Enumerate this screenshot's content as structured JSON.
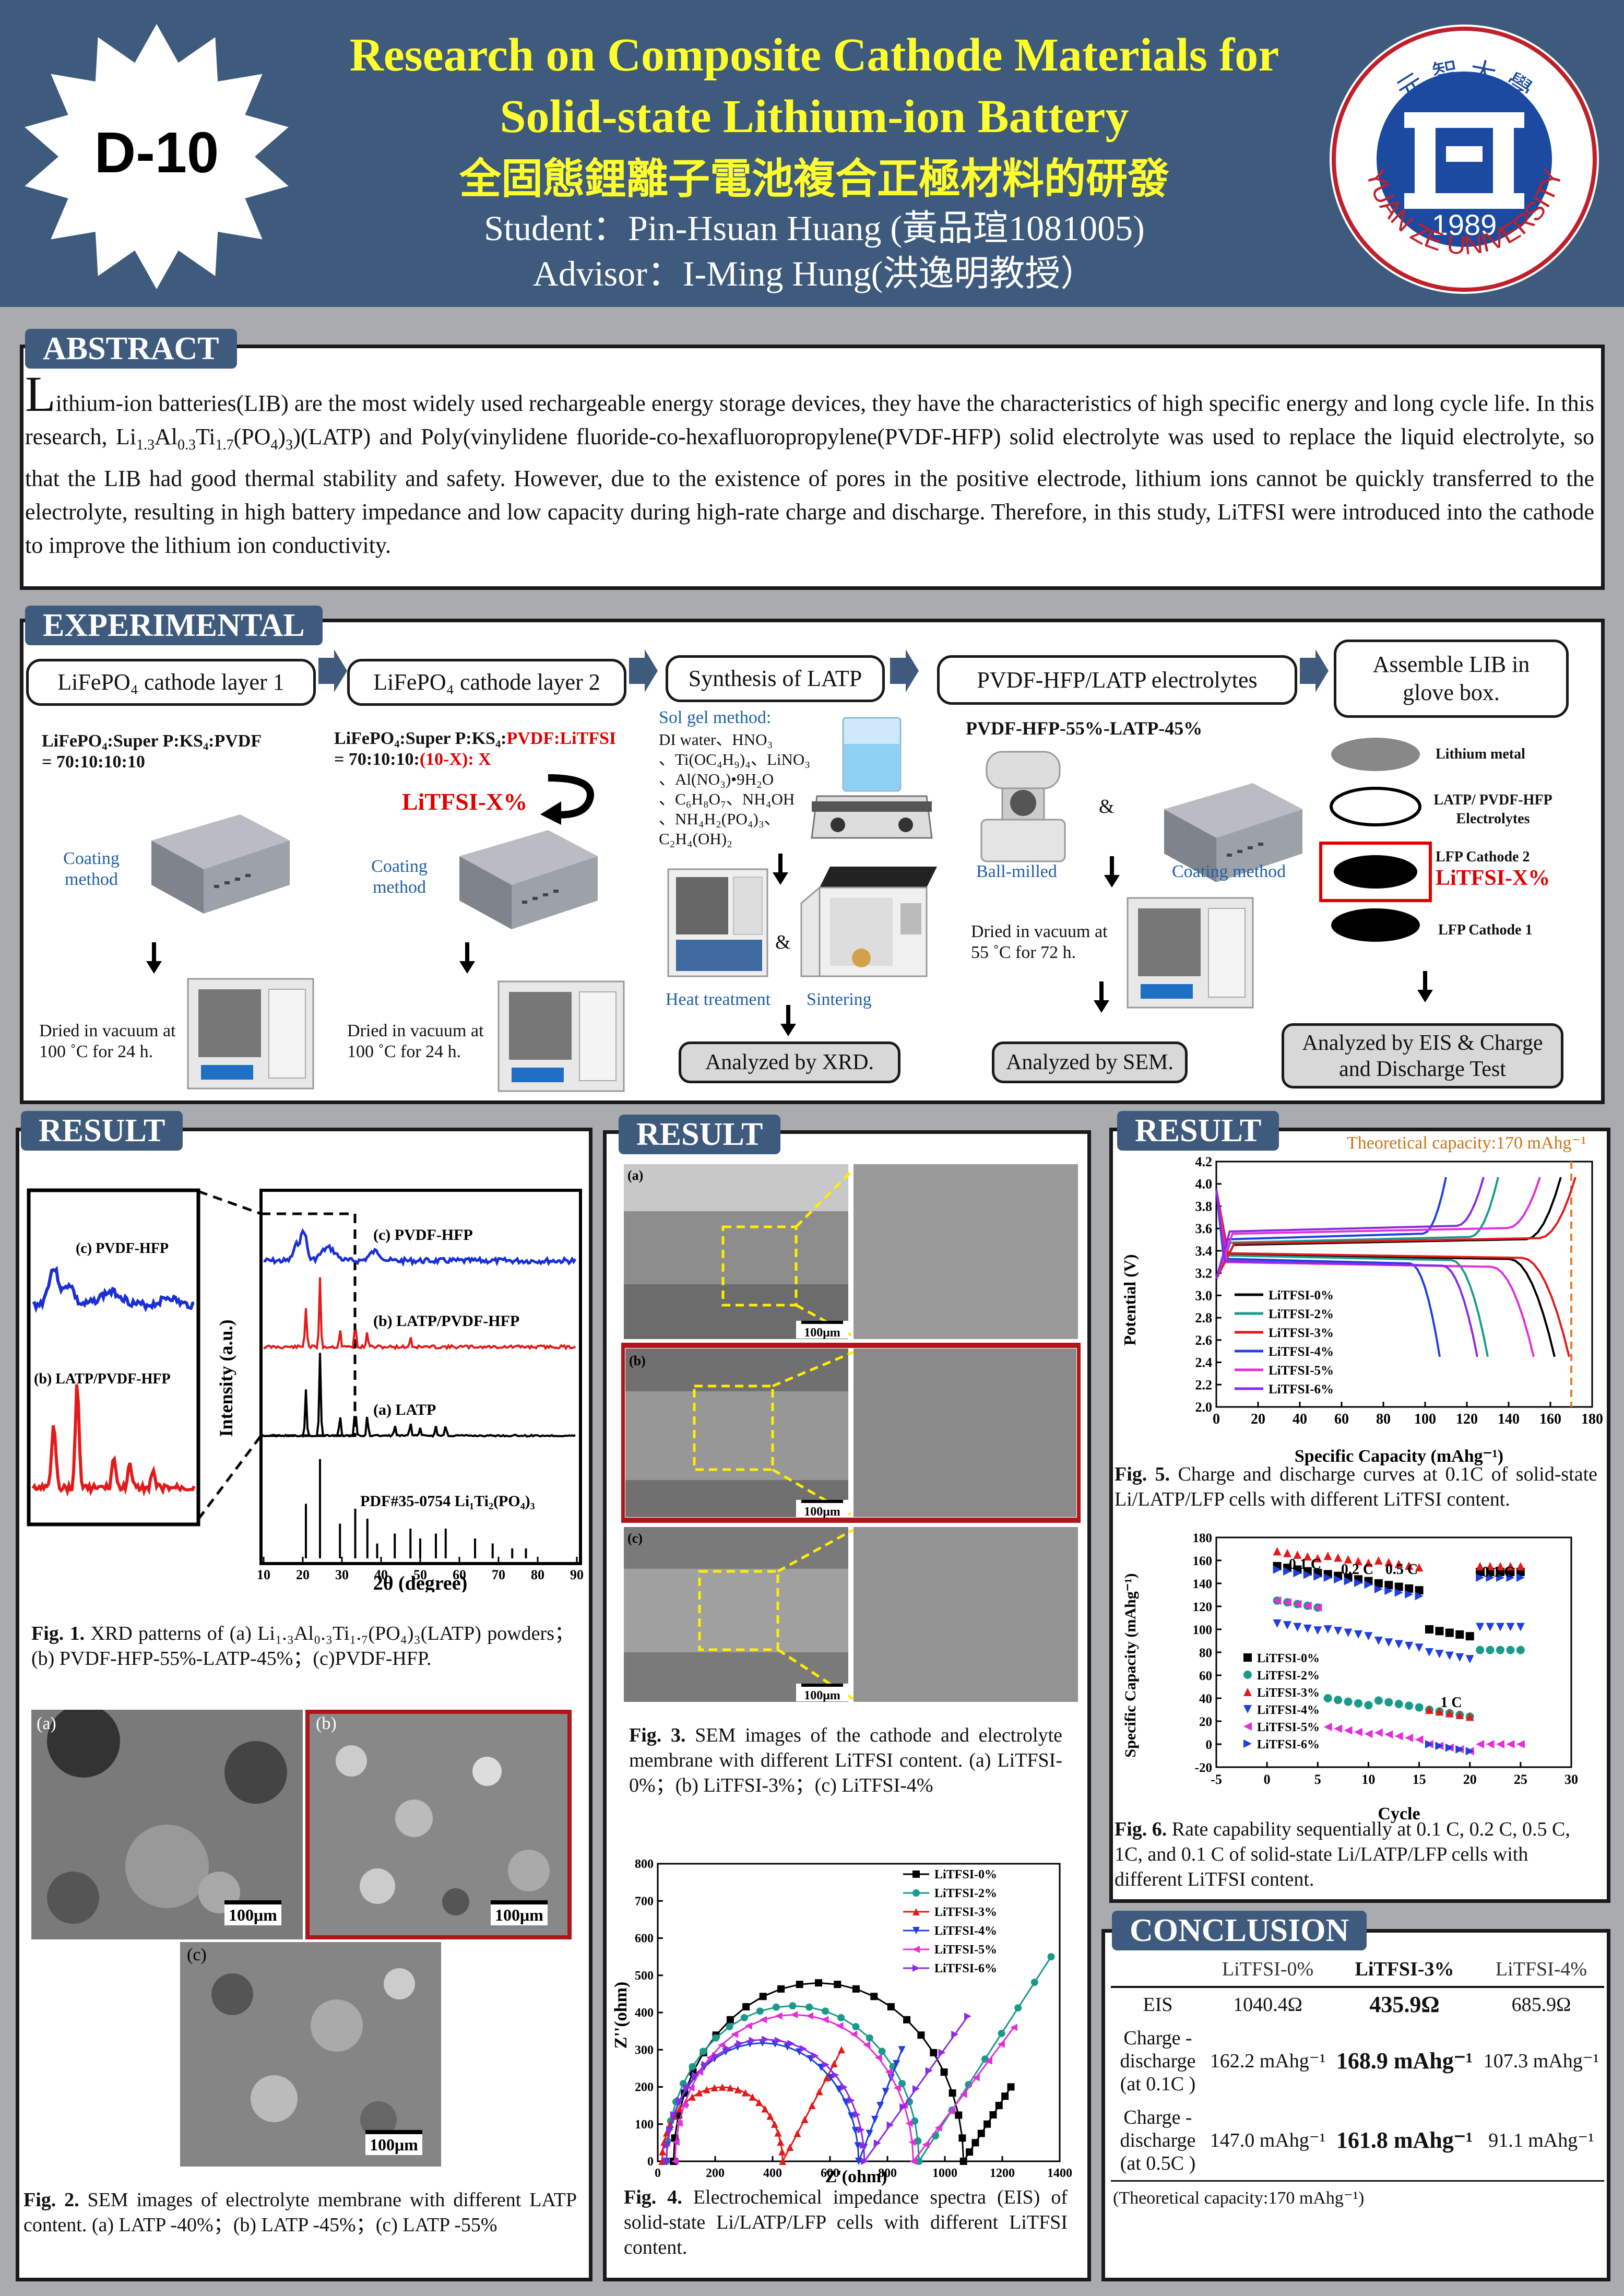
{
  "header": {
    "badge": "D-10",
    "title_line1": "Research on Composite Cathode Materials for",
    "title_line2": "Solid-state Lithium-ion Battery",
    "title_zh": "全固態鋰離子電池複合正極材料的研發",
    "student": "Student：Pin-Hsuan Huang (黃品瑄1081005)",
    "advisor": "Advisor：I-Ming Hung(洪逸明教授）",
    "logo_year": "1989",
    "logo_text": "YUAN ZE UNIVERSITY",
    "logo_zh": "元 智 大 學"
  },
  "abstract": {
    "heading": "ABSTRACT",
    "initial": "L",
    "text_a": "ithium-ion batteries(LIB) are the most widely used rechargeable energy storage devices, they have the characteristics of  high specific energy and long cycle life. In this research, Li",
    "s1": "1.3",
    "t1": "Al",
    "s2": "0.3",
    "t2": "Ti",
    "s3": "1.7",
    "t3": "(PO",
    "s4": "4",
    "t4": ")",
    "s5": "3",
    "text_b": ")(LATP) and Poly(vinylidene fluoride-co-hexafluoropropylene(PVDF-HFP) solid electrolyte was used to replace the liquid electrolyte, so that the LIB had good thermal stability and safety. However, due to the existence of pores in the positive electrode, lithium ions cannot be quickly transferred to the electrolyte, resulting in high battery impedance and low capacity during high-rate charge and discharge. Therefore, in this study, LiTFSI were introduced into the cathode to improve the lithium ion conductivity."
  },
  "experimental": {
    "heading": "EXPERIMENTAL",
    "step1": "LiFePO₄ cathode layer 1",
    "step2": "LiFePO₄ cathode layer 2",
    "step3": "Synthesis of LATP",
    "step4": "PVDF-HFP/LATP electrolytes",
    "step5": "Assemble LIB in glove box.",
    "ratio1_a": "LiFePO₄:Super P:KS₄:PVDF",
    "ratio1_b": "= 70:10:10:10",
    "ratio2_a": "LiFePO₄:Super P:KS₄:",
    "ratio2_red": "PVDF:LiTFSI",
    "ratio2_b": "= 70:10:10:",
    "ratio2_red2": "(10-X): X",
    "litfsi_x": "LiTFSI-X%",
    "coating": "Coating method",
    "dried1": "Dried in vacuum at 100 ˚C for 24 h.",
    "dried2": "Dried in vacuum at 100 ˚C for 24 h.",
    "solgel": "Sol gel method:",
    "reagents": [
      "DI water、HNO₃",
      "、Ti(OC₄H₉)₄、LiNO₃",
      "、Al(NO₃)•9H₂O",
      "、C₆H₈O₇、NH₄OH",
      "、NH₄H₂(PO₄)₃、",
      "C₂H₄(OH)₂"
    ],
    "heat": "Heat treatment",
    "sinter": "Sintering",
    "amp": "&",
    "xrd": "Analyzed by XRD.",
    "pvdf_ratio": "PVDF-HFP-55%-LATP-45%",
    "ballmill": "Ball-milled",
    "coating2": "Coating method",
    "dried3": "Dried in vacuum at 55 ˚C for 72 h.",
    "sem": "Analyzed by SEM.",
    "stack": [
      "Lithium metal",
      "LATP/ PVDF-HFP Electrolytes",
      "LFP Cathode 2",
      "LiTFSI-X%",
      "LFP Cathode 1"
    ],
    "eis": "Analyzed by EIS & Charge and Discharge Test"
  },
  "result1": {
    "heading": "RESULT",
    "inset_c": "(c) PVDF-HFP",
    "inset_b": "(b) LATP/PVDF-HFP",
    "lab_c": "(c) PVDF-HFP",
    "lab_b": "(b) LATP/PVDF-HFP",
    "lab_a": "(a) LATP",
    "lab_pdf": "PDF#35-0754 Li₁Ti₂(PO₄)₃",
    "ylabel": "Intensity (a.u.)",
    "xlabel": "2θ (degree)",
    "xticks": [
      "10",
      "20",
      "30",
      "40",
      "50",
      "60",
      "70",
      "80",
      "90"
    ],
    "fig1_label": "Fig. 1.",
    "fig1_text": " XRD patterns of (a) Li₁.₃Al₀.₃Ti₁.₇(PO₄)₃(LATP) powders；(b) PVDF-HFP-55%-LATP-45%；(c)PVDF-HFP.",
    "sem_a": "(a)",
    "sem_b": "(b)",
    "sem_c": "(c)",
    "scale": "100μm",
    "fig2_label": "Fig. 2.",
    "fig2_text": " SEM images of electrolyte membrane with different LATP content. (a) LATP -40%；(b) LATP -45%；(c) LATP -55%"
  },
  "result2": {
    "heading": "RESULT",
    "a": "(a)",
    "b": "(b)",
    "c": "(c)",
    "scale": "100μm",
    "fig3_label": "Fig. 3.",
    "fig3_text": " SEM images of the cathode and electrolyte membrane with different LiTFSI content. (a) LiTFSI-0%；(b) LiTFSI-3%；(c) LiTFSI-4%",
    "fig4_label": "Fig. 4.",
    "fig4_text": " Electrochemical impedance spectra (EIS) of solid-state Li/LATP/LFP cells with different LiTFSI content."
  },
  "result3": {
    "heading": "RESULT",
    "theory": "Theoretical capacity:170 mAhg⁻¹",
    "fig5_label": "Fig. 5.",
    "fig5_text": " Charge and discharge curves at 0.1C of solid-state Li/LATP/LFP cells with different LiTFSI content.",
    "rates": [
      "0.1 C",
      "0.2 C",
      "0.5 C",
      "1 C",
      "0.1 C"
    ],
    "fig6_label": "Fig. 6.",
    "fig6_text": " Rate capability sequentially at 0.1 C, 0.2 C, 0.5 C, 1C, and 0.1 C of solid-state Li/LATP/LFP cells with different LiTFSI content."
  },
  "conclusion": {
    "heading": "CONCLUSION",
    "cols": [
      "LiTFSI-0%",
      "LiTFSI-3%",
      "LiTFSI-4%"
    ],
    "rows": [
      {
        "label": "EIS",
        "v": [
          "1040.4Ω",
          "435.9Ω",
          "685.9Ω"
        ]
      },
      {
        "label": "Charge - discharge (at 0.1C )",
        "v": [
          "162.2 mAhg⁻¹",
          "168.9 mAhg⁻¹",
          "107.3 mAhg⁻¹"
        ]
      },
      {
        "label": "Charge - discharge (at 0.5C )",
        "v": [
          "147.0 mAhg⁻¹",
          "161.8 mAhg⁻¹",
          "91.1 mAhg⁻¹"
        ]
      }
    ],
    "note": "(Theoretical capacity:170 mAhg⁻¹)"
  },
  "chart_data": [
    {
      "type": "line",
      "id": "fig1-xrd",
      "xlabel": "2θ (degree)",
      "ylabel": "Intensity (a.u.)",
      "xlim": [
        10,
        90
      ],
      "series": [
        {
          "name": "(c) PVDF-HFP",
          "color": "#1a2fd6"
        },
        {
          "name": "(b) LATP/PVDF-HFP",
          "color": "#e31a1a"
        },
        {
          "name": "(a) LATP",
          "color": "#000000"
        },
        {
          "name": "PDF#35-0754 Li₁Ti₂(PO₄)₃",
          "color": "#000000",
          "peaks_x": [
            20.8,
            24.4,
            29.5,
            33.4,
            36.5,
            39,
            43.5,
            47.5,
            50,
            54,
            56.5,
            64,
            68.5,
            73.5,
            77
          ],
          "peaks_h": [
            0.55,
            1.0,
            0.35,
            0.5,
            0.4,
            0.15,
            0.25,
            0.3,
            0.2,
            0.25,
            0.3,
            0.2,
            0.15,
            0.1,
            0.1
          ]
        }
      ]
    },
    {
      "type": "scatter",
      "id": "fig4-eis",
      "xlabel": "Z'(ohm)",
      "ylabel": "Z''(ohm)",
      "xlim": [
        0,
        1400
      ],
      "ylim": [
        0,
        800
      ],
      "xticks": [
        0,
        200,
        400,
        600,
        800,
        1000,
        1200,
        1400
      ],
      "yticks": [
        0,
        100,
        200,
        300,
        400,
        500,
        600,
        700,
        800
      ],
      "series": [
        {
          "name": "LiTFSI-0%",
          "color": "#000000",
          "marker": "square",
          "center": 560,
          "radius": 505,
          "tail_end": [
            1230,
            200
          ]
        },
        {
          "name": "LiTFSI-2%",
          "color": "#1a9a8a",
          "marker": "circle",
          "center": 470,
          "radius": 440,
          "tail_end": [
            1370,
            550
          ]
        },
        {
          "name": "LiTFSI-3%",
          "color": "#e31a1a",
          "marker": "triangle",
          "center": 225,
          "radius": 210,
          "tail_end": [
            640,
            300
          ]
        },
        {
          "name": "LiTFSI-4%",
          "color": "#1f3fe0",
          "marker": "triangle-down",
          "center": 365,
          "radius": 335,
          "tail_end": [
            850,
            300
          ]
        },
        {
          "name": "LiTFSI-5%",
          "color": "#e030d8",
          "marker": "triangle-left",
          "center": 475,
          "radius": 415,
          "tail_end": [
            1240,
            360
          ]
        },
        {
          "name": "LiTFSI-6%",
          "color": "#8a2be2",
          "marker": "triangle-right",
          "center": 375,
          "radius": 345,
          "tail_end": [
            1080,
            390
          ]
        }
      ]
    },
    {
      "type": "line",
      "id": "fig5-charge",
      "xlabel": "Specific Capacity (mAhg⁻¹)",
      "ylabel": "Potential (V)",
      "xlim": [
        0,
        180
      ],
      "ylim": [
        2.0,
        4.2
      ],
      "xticks": [
        0,
        20,
        40,
        60,
        80,
        100,
        120,
        140,
        160,
        180
      ],
      "yticks": [
        2.0,
        2.2,
        2.4,
        2.6,
        2.8,
        3.0,
        3.2,
        3.4,
        3.6,
        3.8,
        4.0,
        4.2
      ],
      "theoretical_x": 170,
      "series": [
        {
          "name": "LiTFSI-0%",
          "color": "#000000",
          "charge": 165,
          "discharge": 162,
          "vc": 3.45,
          "vd": 3.37
        },
        {
          "name": "LiTFSI-2%",
          "color": "#1a9a8a",
          "charge": 135,
          "discharge": 130,
          "vc": 3.47,
          "vd": 3.36
        },
        {
          "name": "LiTFSI-3%",
          "color": "#e31a1a",
          "charge": 172,
          "discharge": 169,
          "vc": 3.46,
          "vd": 3.38
        },
        {
          "name": "LiTFSI-4%",
          "color": "#1f3fe0",
          "charge": 110,
          "discharge": 107,
          "vc": 3.5,
          "vd": 3.33
        },
        {
          "name": "LiTFSI-5%",
          "color": "#e030d8",
          "charge": 155,
          "discharge": 152,
          "vc": 3.55,
          "vd": 3.3
        },
        {
          "name": "LiTFSI-6%",
          "color": "#8a2be2",
          "charge": 128,
          "discharge": 125,
          "vc": 3.57,
          "vd": 3.31
        }
      ]
    },
    {
      "type": "scatter",
      "id": "fig6-rate",
      "xlabel": "Cycle",
      "ylabel": "Specific Capacity (mAhg⁻¹)",
      "xlim": [
        -5,
        30
      ],
      "ylim": [
        -20,
        180
      ],
      "xticks": [
        -5,
        0,
        5,
        10,
        15,
        20,
        25,
        30
      ],
      "yticks": [
        -20,
        0,
        20,
        40,
        60,
        80,
        100,
        120,
        140,
        160,
        180
      ],
      "series": [
        {
          "name": "LiTFSI-0%",
          "color": "#000000",
          "marker": "square",
          "levels": [
            155,
            148,
            140,
            100,
            0,
            150
          ]
        },
        {
          "name": "LiTFSI-2%",
          "color": "#1a9a8a",
          "marker": "circle",
          "levels": [
            125,
            40,
            38,
            30,
            5,
            82
          ]
        },
        {
          "name": "LiTFSI-3%",
          "color": "#e31a1a",
          "marker": "triangle",
          "levels": [
            168,
            164,
            160,
            30,
            30,
            155
          ]
        },
        {
          "name": "LiTFSI-4%",
          "color": "#1f3fe0",
          "marker": "triangle-down",
          "levels": [
            105,
            100,
            90,
            80,
            0,
            102
          ]
        },
        {
          "name": "LiTFSI-5%",
          "color": "#e030d8",
          "marker": "triangle-left",
          "levels": [
            125,
            15,
            10,
            0,
            0,
            0
          ]
        },
        {
          "name": "LiTFSI-6%",
          "color": "#1f3fe0",
          "marker": "triangle-right",
          "levels": [
            152,
            145,
            135,
            0,
            5,
            145
          ]
        }
      ]
    }
  ]
}
